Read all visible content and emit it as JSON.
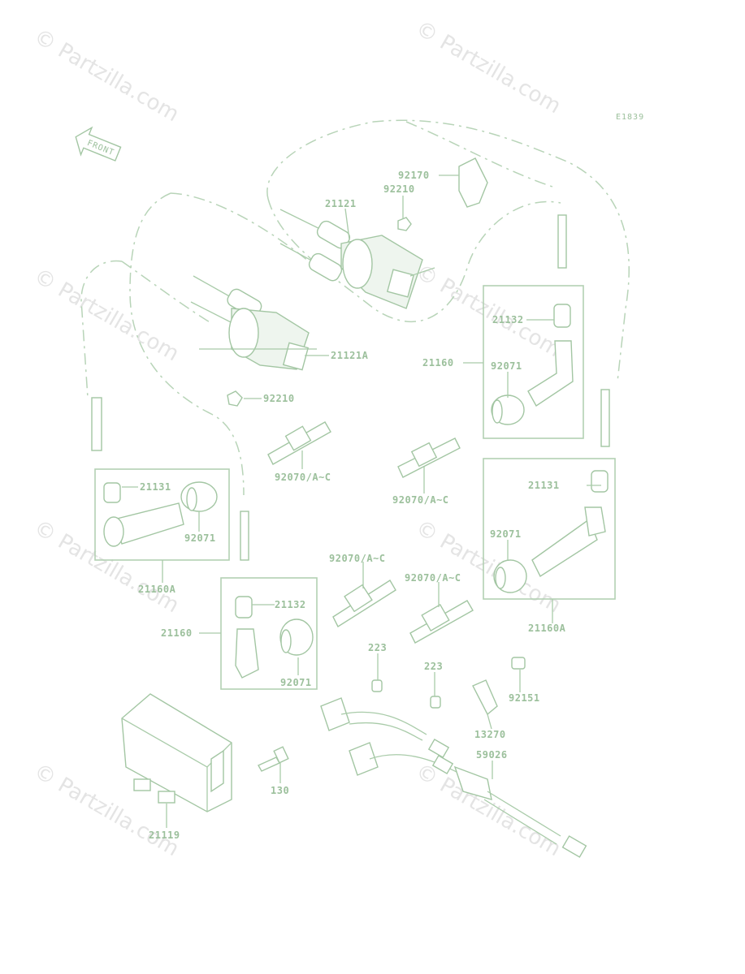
{
  "diagram_code": "E1839",
  "front_arrow_label": "FRONT",
  "watermark": "© Partzilla.com",
  "colors": {
    "line": "#a3c6a3",
    "label": "#9cc09c",
    "watermark": "#e4e4e4",
    "background": "#ffffff"
  },
  "labels": {
    "p92170": "92170",
    "p92210_top": "92210",
    "p21121": "21121",
    "p21121A": "21121A",
    "p92210_left": "92210",
    "p21132_right": "21132",
    "p21160_right": "21160",
    "p92071_right_top": "92071",
    "p92070_right_top": "92070/A~C",
    "p92070_left": "92070/A~C",
    "p21131_left": "21131",
    "p92071_left": "92071",
    "p21160A_left": "21160A",
    "p21131_right": "21131",
    "p92071_right_bottom": "92071",
    "p92070_mid": "92070/A~C",
    "p92070_mid2": "92070/A~C",
    "p21160A_right": "21160A",
    "p21132_mid": "21132",
    "p21160_mid": "21160",
    "p92071_mid": "92071",
    "p223_a": "223",
    "p223_b": "223",
    "p92151": "92151",
    "p13270": "13270",
    "p59026": "59026",
    "p130": "130",
    "p21119": "21119"
  }
}
